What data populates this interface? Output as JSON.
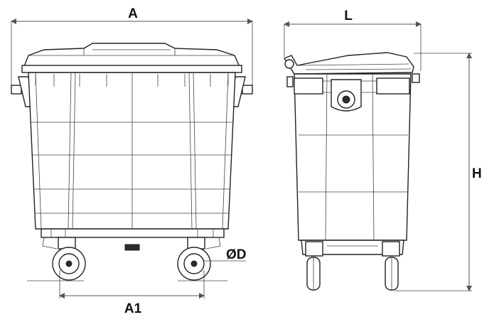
{
  "labels": {
    "a": "A",
    "l": "L",
    "h": "H",
    "d": "ØD",
    "a1": "A1"
  }
}
